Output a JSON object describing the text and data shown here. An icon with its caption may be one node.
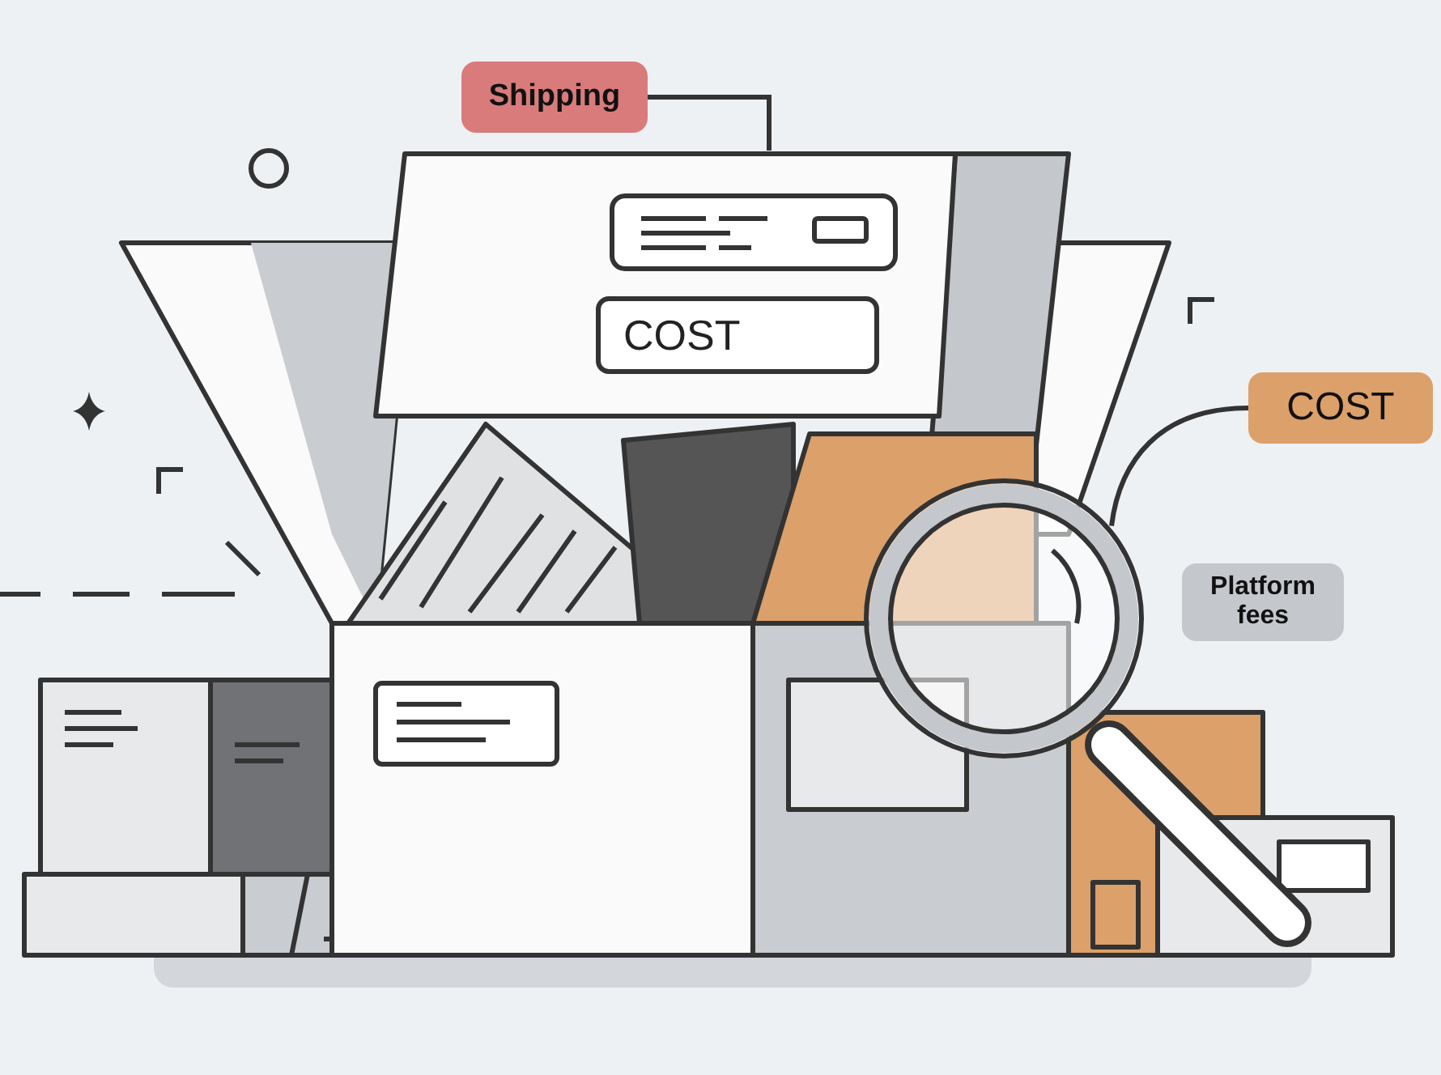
{
  "diagram": {
    "nodes": [
      {
        "text": [
          "Shipping"
        ]
      },
      {
        "text": [],
        "shape": "picture"
      },
      {
        "text": [
          "COST"
        ],
        "in": 1
      },
      {
        "text": [
          "COST"
        ]
      },
      {
        "text": [],
        "shape": "picture"
      },
      {
        "text": [
          "Platform fees"
        ]
      }
    ],
    "edges": [
      {
        "from": 0,
        "to": 1,
        "arrow": "none"
      },
      {
        "from": 3,
        "to": 4,
        "arrow": "none"
      }
    ]
  }
}
